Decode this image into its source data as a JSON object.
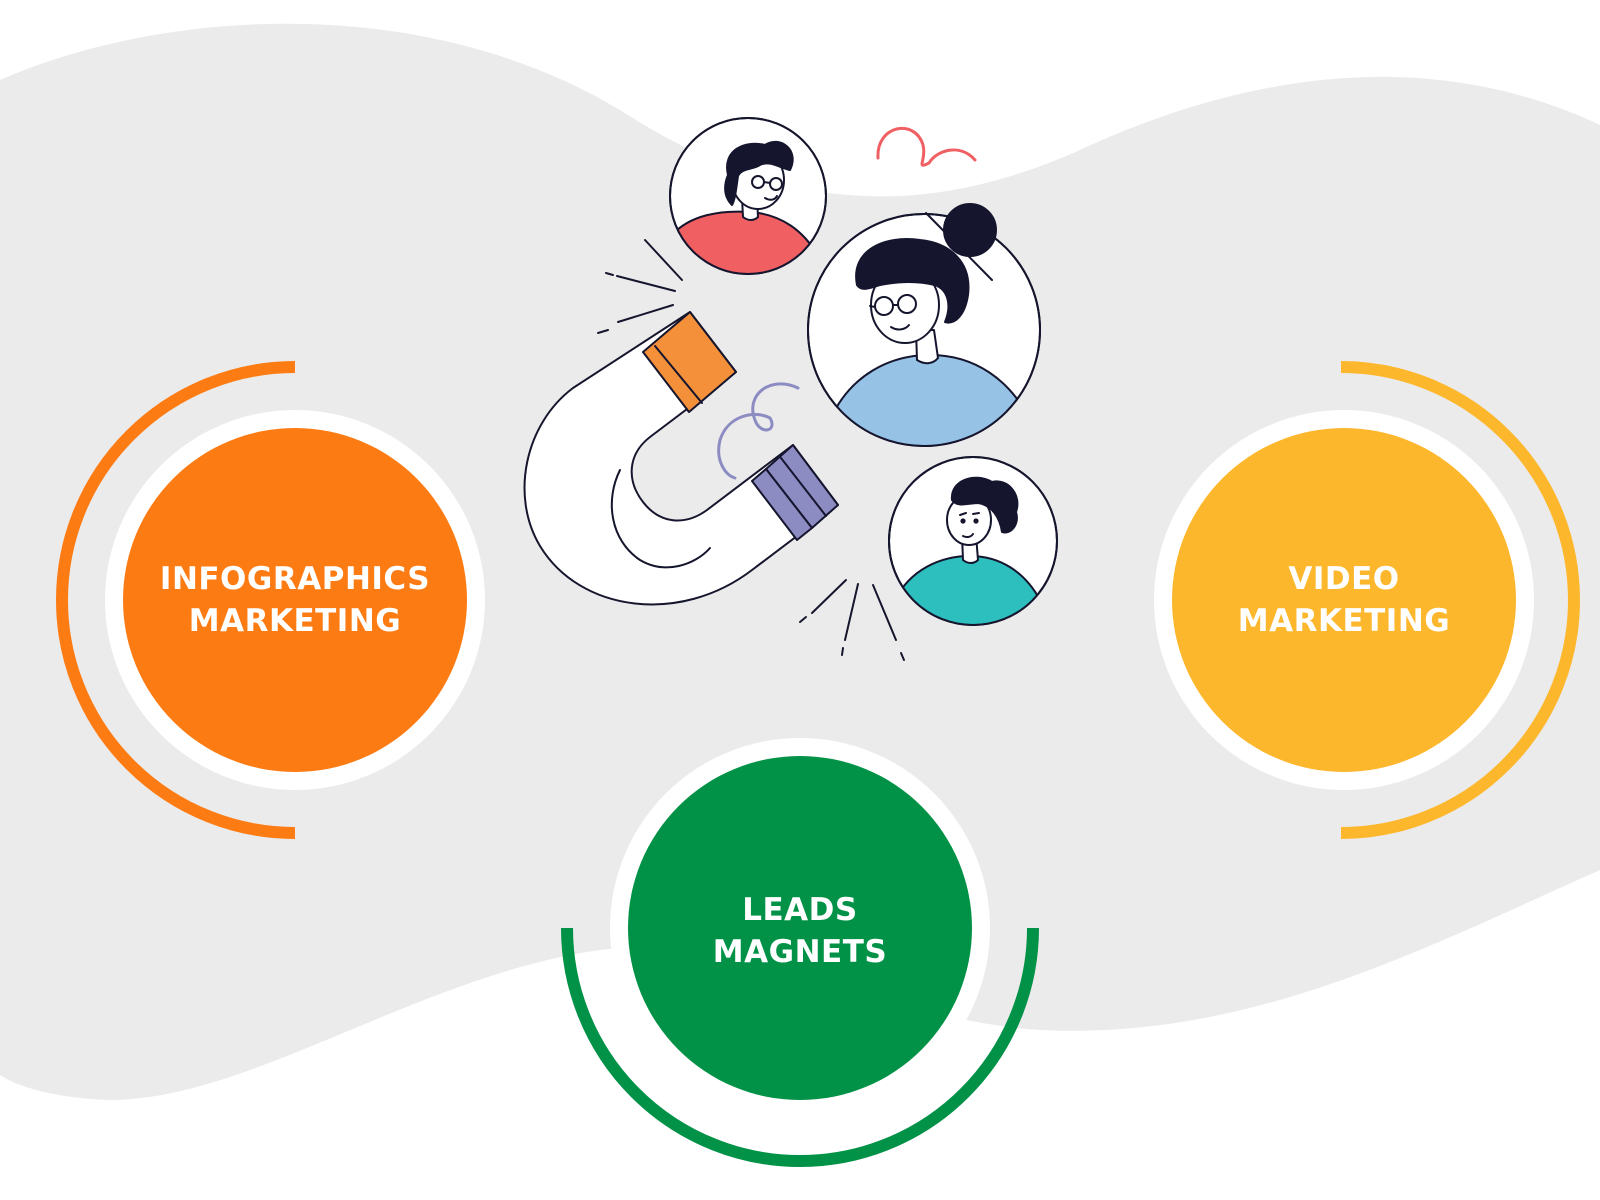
{
  "diagram": {
    "center_graphic": "magnet-attracting-people",
    "nodes": [
      {
        "id": "infographics",
        "line1": "INFOGRAPHICS",
        "line2": "MARKETING",
        "color": "#FD7B13"
      },
      {
        "id": "video",
        "line1": "VIDEO",
        "line2": "MARKETING",
        "color": "#FDB72D"
      },
      {
        "id": "leads",
        "line1": "LEADS",
        "line2": "MAGNETS",
        "color": "#029247"
      }
    ]
  },
  "colors": {
    "background_blob": "#EBEBEB",
    "outline": "#15152E",
    "magnet_orange": "#F4903A",
    "magnet_purple": "#8C8CC3",
    "person_red": "#F05F62",
    "person_blue": "#96C2E6",
    "person_teal": "#2DBEBE",
    "squiggle_red": "#F05F62",
    "squiggle_purple": "#8C8CC3"
  }
}
